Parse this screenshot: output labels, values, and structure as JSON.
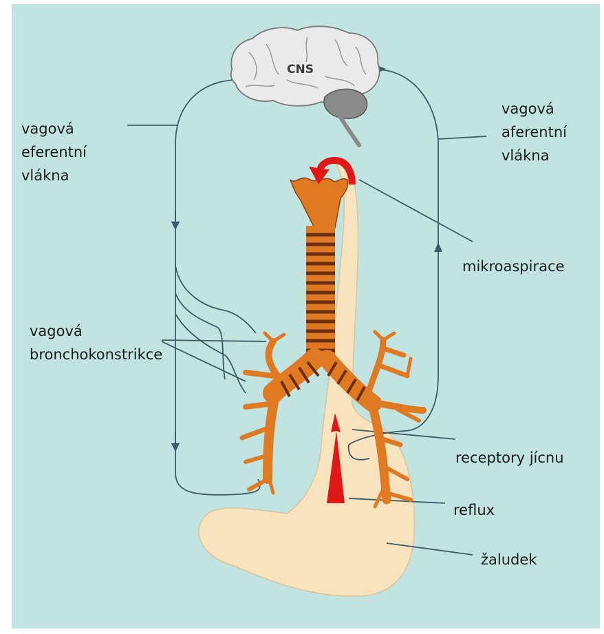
{
  "labels": {
    "cns": "CNS",
    "efferent": [
      "vagová",
      "eferentní",
      "vlákna"
    ],
    "afferent": [
      "vagová",
      "aferentní",
      "vlákna"
    ],
    "microaspiration": "mikroaspirace",
    "bronchoconstriction": [
      "vagová",
      "bronchokonstrikce"
    ],
    "esophageal_receptors": "receptory jícnu",
    "reflux": "reflux",
    "stomach": "žaludek"
  },
  "colors": {
    "background": "#c2e4e0",
    "airway": "#e07a22",
    "cartilage_rings": "#6b2e12",
    "esophagus_stomach": "#f7e4bf",
    "reflux_arrow": "#e01818",
    "brain": "#eaeaea",
    "cerebellum": "#8a8a8a",
    "nerve_line": "#3e5a66"
  }
}
